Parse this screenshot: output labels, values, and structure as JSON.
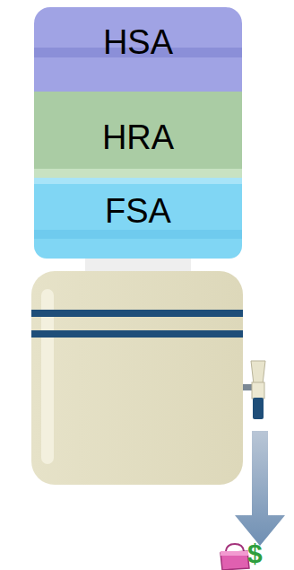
{
  "diagram": {
    "nodes": [
      {
        "text": [
          "HSA"
        ]
      },
      {
        "text": [
          "HRA"
        ]
      },
      {
        "text": [
          "FSA"
        ]
      }
    ],
    "labels": [
      "$"
    ]
  }
}
